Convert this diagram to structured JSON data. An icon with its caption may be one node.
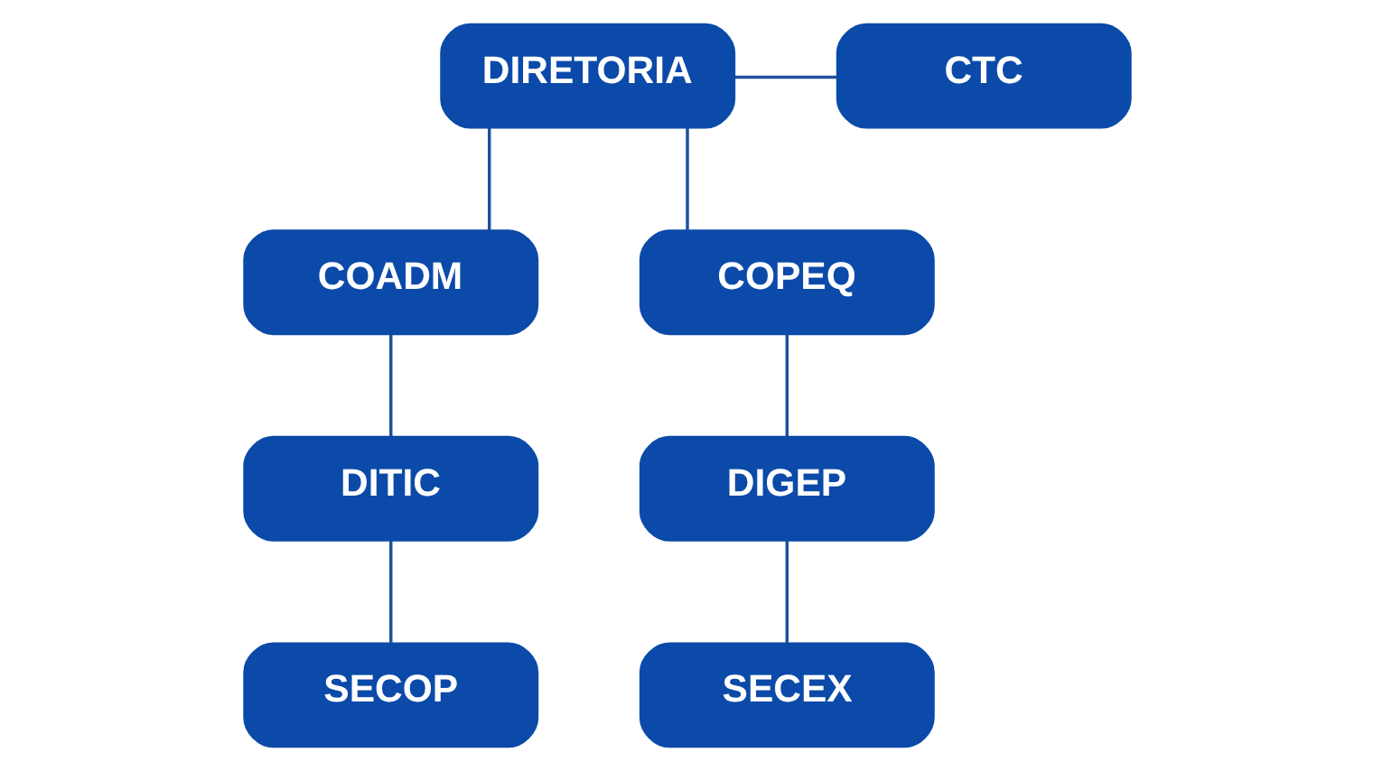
{
  "diagram": {
    "nodes": [
      {
        "text": [
          "DIRETORIA"
        ]
      },
      {
        "text": [
          "CTC"
        ]
      },
      {
        "text": [
          "COADM"
        ]
      },
      {
        "text": [
          "COPEQ"
        ]
      },
      {
        "text": [
          "DITIC"
        ]
      },
      {
        "text": [
          "DIGEP"
        ]
      },
      {
        "text": [
          "SECOP"
        ]
      },
      {
        "text": [
          "SECEX"
        ]
      }
    ],
    "edges": [
      {
        "from": 0,
        "to": 1,
        "arrow": "none"
      },
      {
        "from": 0,
        "to": 2,
        "arrow": "none"
      },
      {
        "from": 0,
        "to": 3,
        "arrow": "none"
      },
      {
        "from": 2,
        "to": 4,
        "arrow": "none"
      },
      {
        "from": 3,
        "to": 5,
        "arrow": "none"
      },
      {
        "from": 4,
        "to": 6,
        "arrow": "none"
      },
      {
        "from": 5,
        "to": 7,
        "arrow": "none"
      }
    ]
  }
}
